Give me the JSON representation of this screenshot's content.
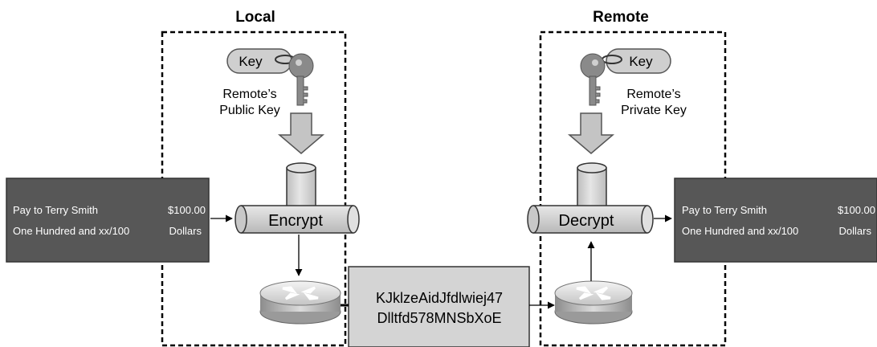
{
  "sections": {
    "local": {
      "label": "Local"
    },
    "remote": {
      "label": "Remote"
    }
  },
  "local_key": {
    "tag": "Key",
    "caption_line1": "Remote’s",
    "caption_line2": "Public Key"
  },
  "remote_key": {
    "tag": "Key",
    "caption_line1": "Remote’s",
    "caption_line2": "Private Key"
  },
  "encrypt": {
    "label": "Encrypt"
  },
  "decrypt": {
    "label": "Decrypt"
  },
  "check_left": {
    "line1_left": "Pay to Terry Smith",
    "line1_right": "$100.00",
    "line2_left": "One Hundred and xx/100",
    "line2_right": "Dollars"
  },
  "check_right": {
    "line1_left": "Pay to Terry Smith",
    "line1_right": "$100.00",
    "line2_left": "One Hundred and xx/100",
    "line2_right": "Dollars"
  },
  "ciphertext": {
    "line1": "KJklzeAidJfdlwiej47",
    "line2": "Dlltfd578MNSbXoE"
  },
  "colors": {
    "check_bg": "#575757",
    "cipher_bg": "#d4d4d4",
    "cylinder": "#d0d0d0",
    "key_tag": "#cfcfcf",
    "key_metal": "#8a8a8a",
    "arrow_fill": "#c4c4c4"
  }
}
